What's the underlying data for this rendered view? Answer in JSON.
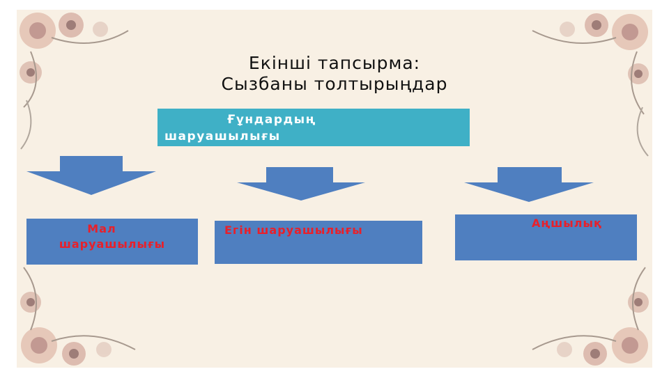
{
  "title_line1": "Екінші тапсырма:",
  "title_line2": "Сызбаны толтырыңдар",
  "header_box": {
    "line1": "Ғұндардың",
    "line2": "шаруашылығы"
  },
  "boxes": [
    {
      "line1": "Мал",
      "line2": "шаруашылығы"
    },
    {
      "line1": "Егін шаруашылығы"
    },
    {
      "line1": "Аңшылық"
    }
  ],
  "colors": {
    "header_fill": "#3fb0c6",
    "box_fill": "#4f7fc0",
    "box_text": "#e8202a",
    "arrow_fill": "#4f7fc0",
    "background": "#f8f0e4"
  }
}
